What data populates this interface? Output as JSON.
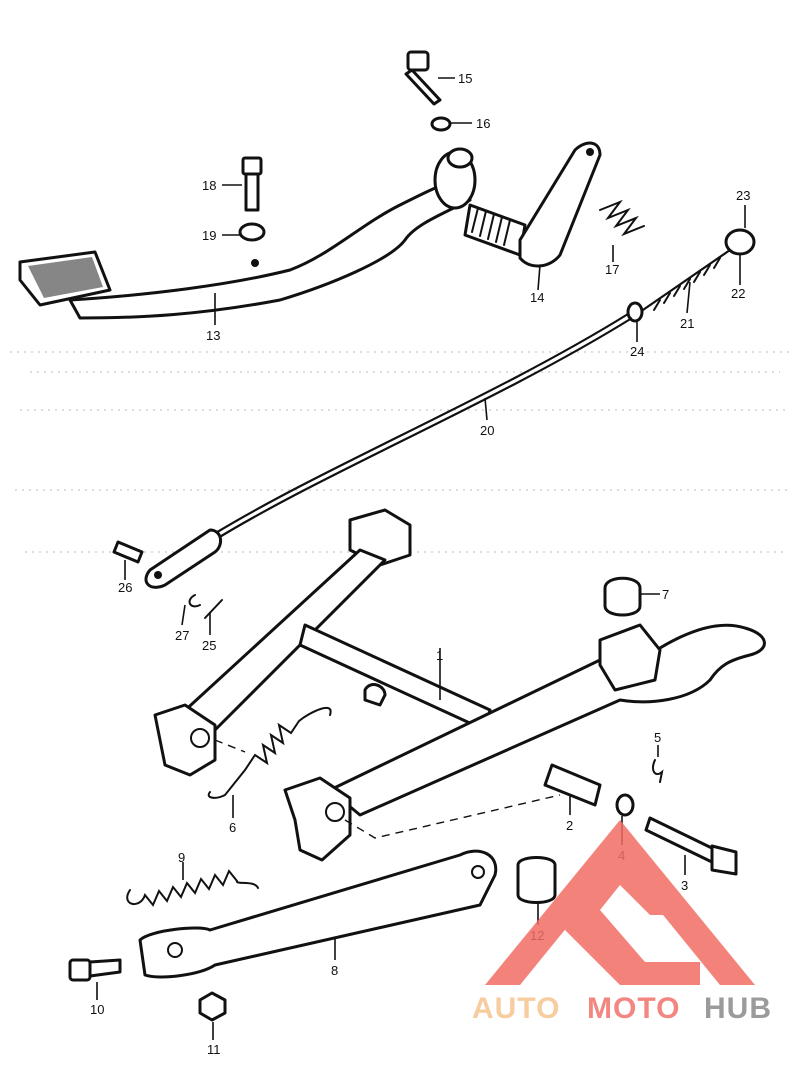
{
  "brand": {
    "part1": "AUTO",
    "part2": "MOTO",
    "part3": "HUB",
    "color_auto": "#f6c48f",
    "color_moto": "#f1716b",
    "color_hub": "#8a8a8a",
    "logo_color": "#f26d64"
  },
  "callouts": [
    "1",
    "2",
    "3",
    "4",
    "5",
    "6",
    "7",
    "8",
    "9",
    "10",
    "11",
    "12",
    "13",
    "14",
    "15",
    "16",
    "17",
    "18",
    "19",
    "20",
    "21",
    "22",
    "23",
    "24",
    "25",
    "26",
    "27"
  ]
}
